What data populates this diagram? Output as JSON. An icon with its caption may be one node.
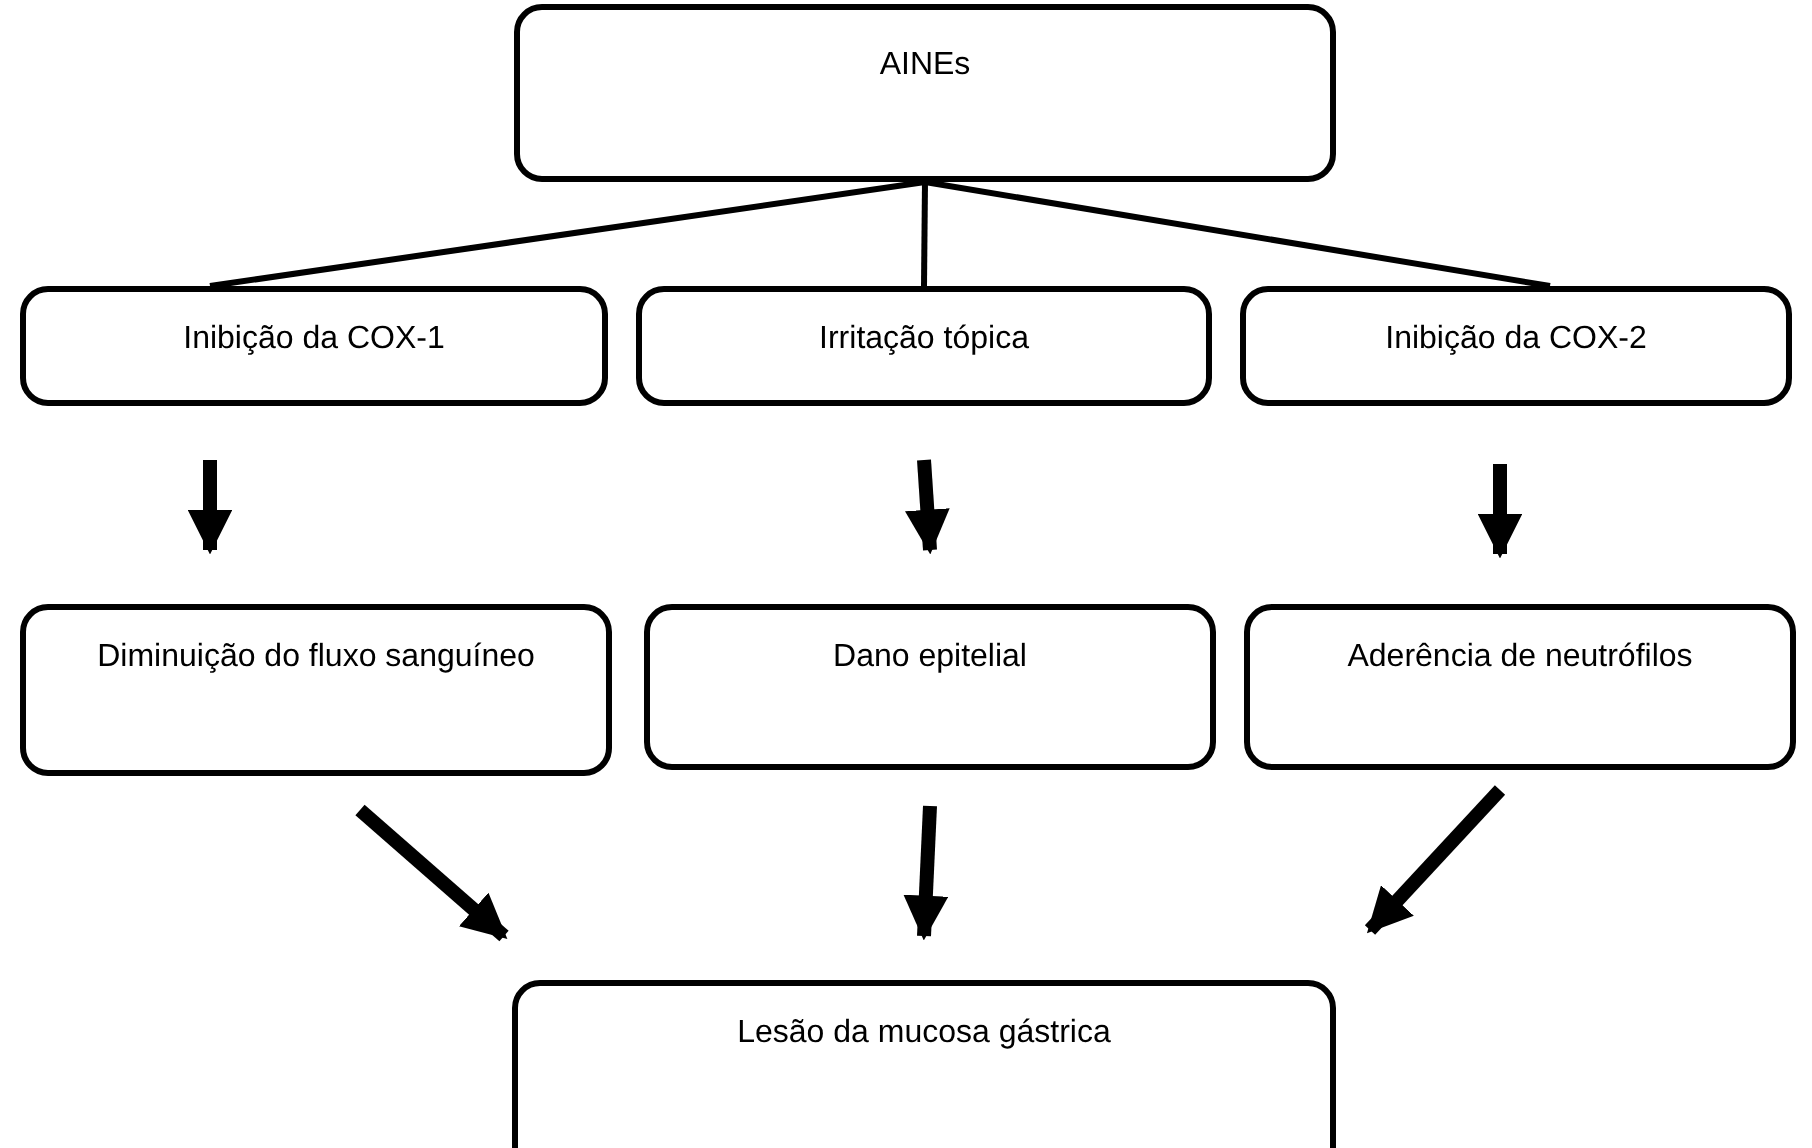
{
  "diagram": {
    "nodes": [
      {
        "text": [
          "AINEs"
        ]
      },
      {
        "text": [
          "Inibição da COX-1"
        ]
      },
      {
        "text": [
          "Irritação tópica"
        ]
      },
      {
        "text": [
          "Inibição da COX-2"
        ]
      },
      {
        "text": [
          "Diminuição do fluxo sanguíneo"
        ]
      },
      {
        "text": [
          "Dano epitelial"
        ]
      },
      {
        "text": [
          "Aderência de neutrófilos"
        ]
      },
      {
        "text": [
          "Lesão da mucosa gástrica"
        ]
      }
    ],
    "edges": [
      {
        "from": 0,
        "to": 1,
        "arrow": "none"
      },
      {
        "from": 0,
        "to": 2,
        "arrow": "none"
      },
      {
        "from": 0,
        "to": 3,
        "arrow": "none"
      },
      {
        "from": 1,
        "to": 4,
        "arrow": "to"
      },
      {
        "from": 2,
        "to": 5,
        "arrow": "to"
      },
      {
        "from": 3,
        "to": 6,
        "arrow": "to"
      },
      {
        "from": 4,
        "to": 7,
        "arrow": "to"
      },
      {
        "from": 5,
        "to": 7,
        "arrow": "to"
      },
      {
        "from": 6,
        "to": 7,
        "arrow": "to"
      }
    ]
  }
}
